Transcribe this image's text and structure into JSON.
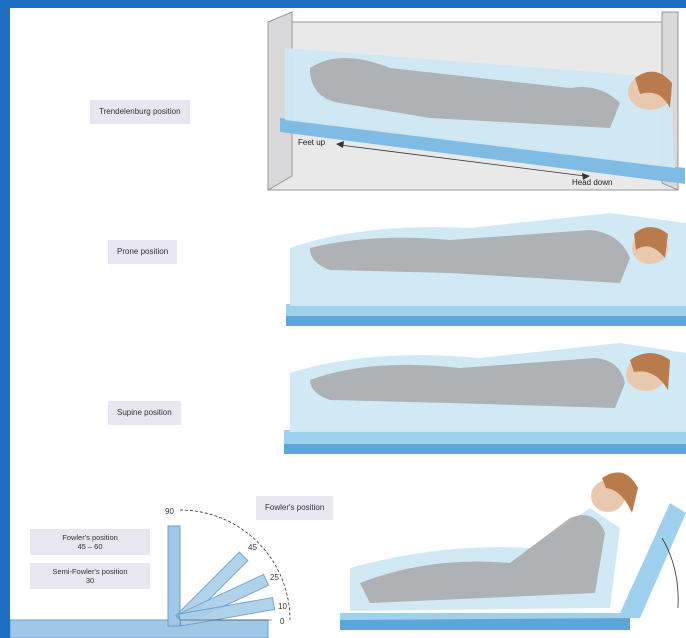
{
  "labels": {
    "trendelenburg": "Trendelenburg position",
    "feet_up": "Feet up",
    "head_down": "Head down",
    "prone": "Prone position",
    "supine": "Supine position",
    "fowlers": "Fowler's position",
    "fowlers_range_title": "Fowler's position",
    "fowlers_range": "45 – 60",
    "semi_fowlers_title": "Semi-Fowler's position",
    "semi_fowlers_value": "30"
  },
  "angle_ticks": [
    "90",
    "45",
    "25",
    "10",
    "0"
  ],
  "colors": {
    "background": "#1f6fc2",
    "sheet": "#bfe0f2",
    "mattress": "#7fbbe2",
    "body": "#a8a8a8",
    "hair": "#b97a4c",
    "label_bg": "#e7e6f1"
  }
}
